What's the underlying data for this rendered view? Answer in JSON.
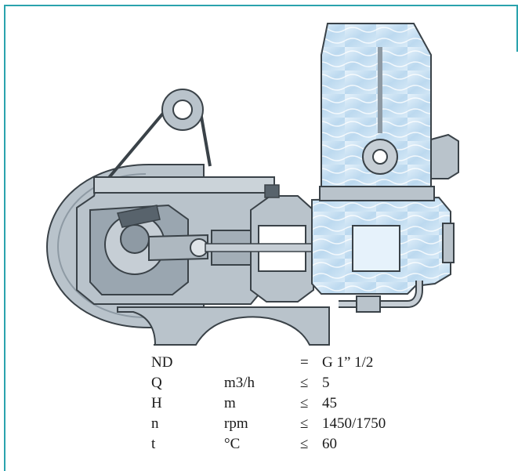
{
  "specs": [
    {
      "symbol": "ND",
      "unit": "",
      "op": "=",
      "value": "G 1” 1/2"
    },
    {
      "symbol": "Q",
      "unit": "m3/h",
      "op": "≤",
      "value": "5"
    },
    {
      "symbol": "H",
      "unit": "m",
      "op": "≤",
      "value": "45"
    },
    {
      "symbol": "n",
      "unit": "rpm",
      "op": "≤",
      "value": "1450/1750"
    },
    {
      "symbol": "t",
      "unit": "°C",
      "op": "≤",
      "value": "60"
    }
  ],
  "colors": {
    "frame": "#2aa3ad",
    "metal": "#b9c3cb",
    "metal_dark": "#8e9aa4",
    "outline": "#3a4248",
    "water": "#cfe5f6"
  },
  "icons": [
    "pump-cross-section-drawing"
  ]
}
